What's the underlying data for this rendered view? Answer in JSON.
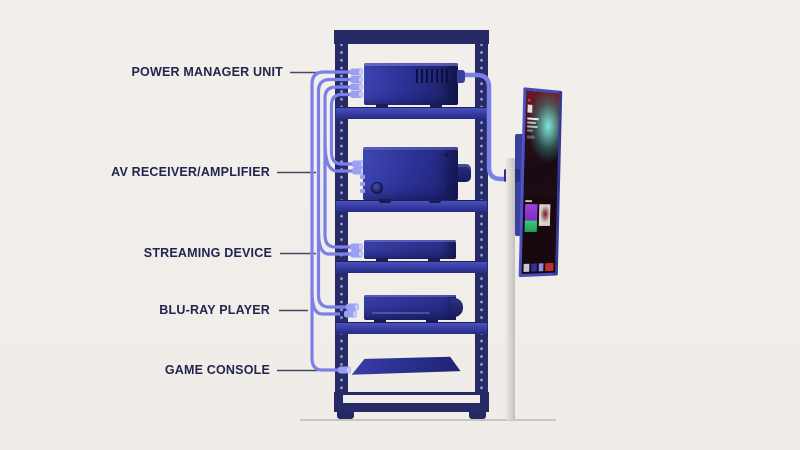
{
  "labels": [
    {
      "id": "power-manager-unit",
      "text": "POWER MANAGER UNIT"
    },
    {
      "id": "av-receiver-amplifier",
      "text": "AV RECEIVER/AMPLIFIER"
    },
    {
      "id": "streaming-device",
      "text": "STREAMING DEVICE"
    },
    {
      "id": "blu-ray-player",
      "text": "BLU-RAY PLAYER"
    },
    {
      "id": "game-console",
      "text": "GAME CONSOLE"
    }
  ],
  "illustration_objects": [
    "equipment-rack",
    "power-manager-unit",
    "av-receiver-amplifier",
    "streaming-device",
    "blu-ray-player",
    "game-console",
    "wall-mounted-tv",
    "tv-stand-pole",
    "connection-cables"
  ],
  "colors": {
    "background": "#f1ede9",
    "rack": "#262b67",
    "shelf": "#3a41ae",
    "device_blue": "#2b3094",
    "cable": "#7b80e8",
    "plug": "#9ba0f1",
    "label_text": "#23254e",
    "leader_line": "#45485f",
    "tv_frame": "#4b51cb",
    "stand_pole": "#d9d5d2",
    "ground_line": "#c9c5c1",
    "screen_teal": "#6fe0d2",
    "screen_red": "#c8302c",
    "screen_purple": "#a43ee0",
    "screen_green": "#39c878"
  }
}
